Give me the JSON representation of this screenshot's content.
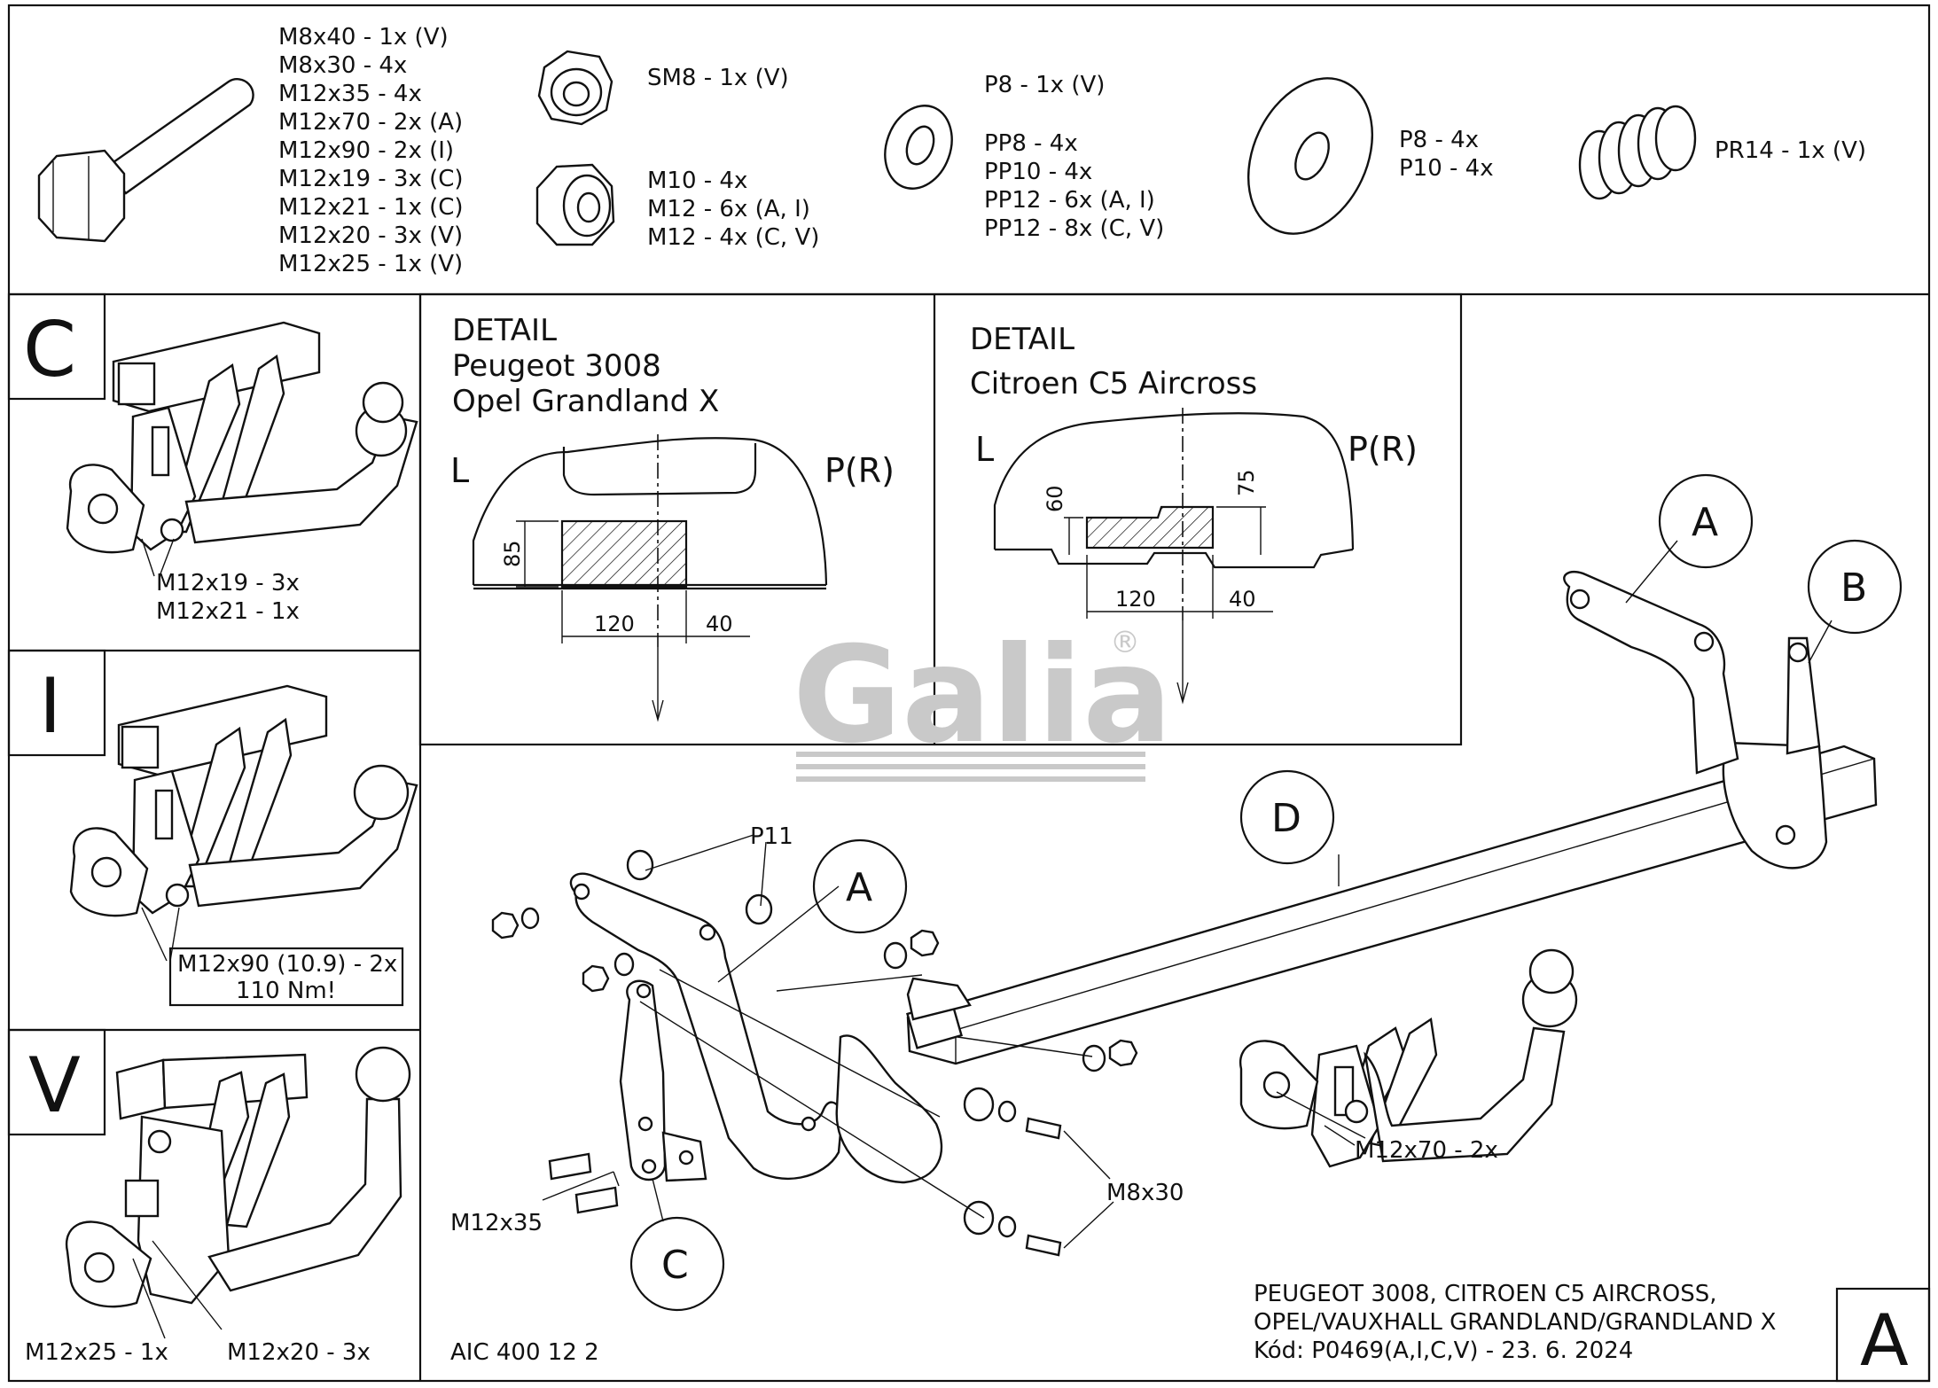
{
  "parts_list": {
    "bolts": [
      "M8x40 - 1x (V)",
      "M8x30 - 4x",
      "M12x35 - 4x",
      "M12x70 - 2x (A)",
      "M12x90 - 2x (I)",
      "M12x19 - 3x (C)",
      "M12x21 - 1x (C)",
      "M12x20 - 3x (V)",
      "M12x25 - 1x (V)"
    ],
    "self_lock_nut": [
      "SM8 - 1x (V)"
    ],
    "nuts": [
      "M10 - 4x",
      "M12 - 6x (A, I)",
      "M12 - 4x (C, V)"
    ],
    "washer_small": [
      "P8 - 1x (V)"
    ],
    "washer_spring": [
      "PP8 - 4x",
      "PP10 - 4x",
      "PP12 - 6x (A, I)",
      "PP12 - 8x (C, V)"
    ],
    "washer_large": [
      "P8 - 4x",
      "P10 - 4x"
    ],
    "spring": [
      "PR14 - 1x (V)"
    ]
  },
  "variants": {
    "C": {
      "letter": "C",
      "bolts": [
        "M12x19 - 3x",
        "M12x21 - 1x"
      ]
    },
    "I": {
      "letter": "I",
      "bolt": "M12x90 (10.9) - 2x",
      "torque": "110 Nm!"
    },
    "V": {
      "letter": "V",
      "bolt_left": "M12x25 - 1x",
      "bolt_right": "M12x20 - 3x"
    }
  },
  "detail_peugeot": {
    "heading": "DETAIL",
    "line1": "Peugeot 3008",
    "line2": "Opel Grandland X",
    "left": "L",
    "right": "P(R)",
    "dim_height": "85",
    "dim_width": "120",
    "dim_offset": "40"
  },
  "detail_citroen": {
    "heading": "DETAIL",
    "line1": "Citroen C5 Aircross",
    "left": "L",
    "right": "P(R)",
    "dim_h1": "60",
    "dim_h2": "75",
    "dim_width": "120",
    "dim_offset": "40"
  },
  "brand": {
    "logo": "Galia",
    "mark": "®"
  },
  "assembly": {
    "callout_A1": "A",
    "callout_A2": "A",
    "callout_B": "B",
    "callout_C": "C",
    "callout_D": "D",
    "label_p11": "P11",
    "label_m12x35": "M12x35",
    "label_m8x30": "M8x30",
    "label_m12x70": "M12x70 - 2x"
  },
  "footer": {
    "code": "AIC 400 12 2",
    "vehicles_1": "PEUGEOT 3008, CITROEN C5 AIRCROSS,",
    "vehicles_2": "OPEL/VAUXHALL GRANDLAND/GRANDLAND X",
    "kod": "Kód: P0469(A,I,C,V) - 23. 6. 2024",
    "variant": "A"
  }
}
